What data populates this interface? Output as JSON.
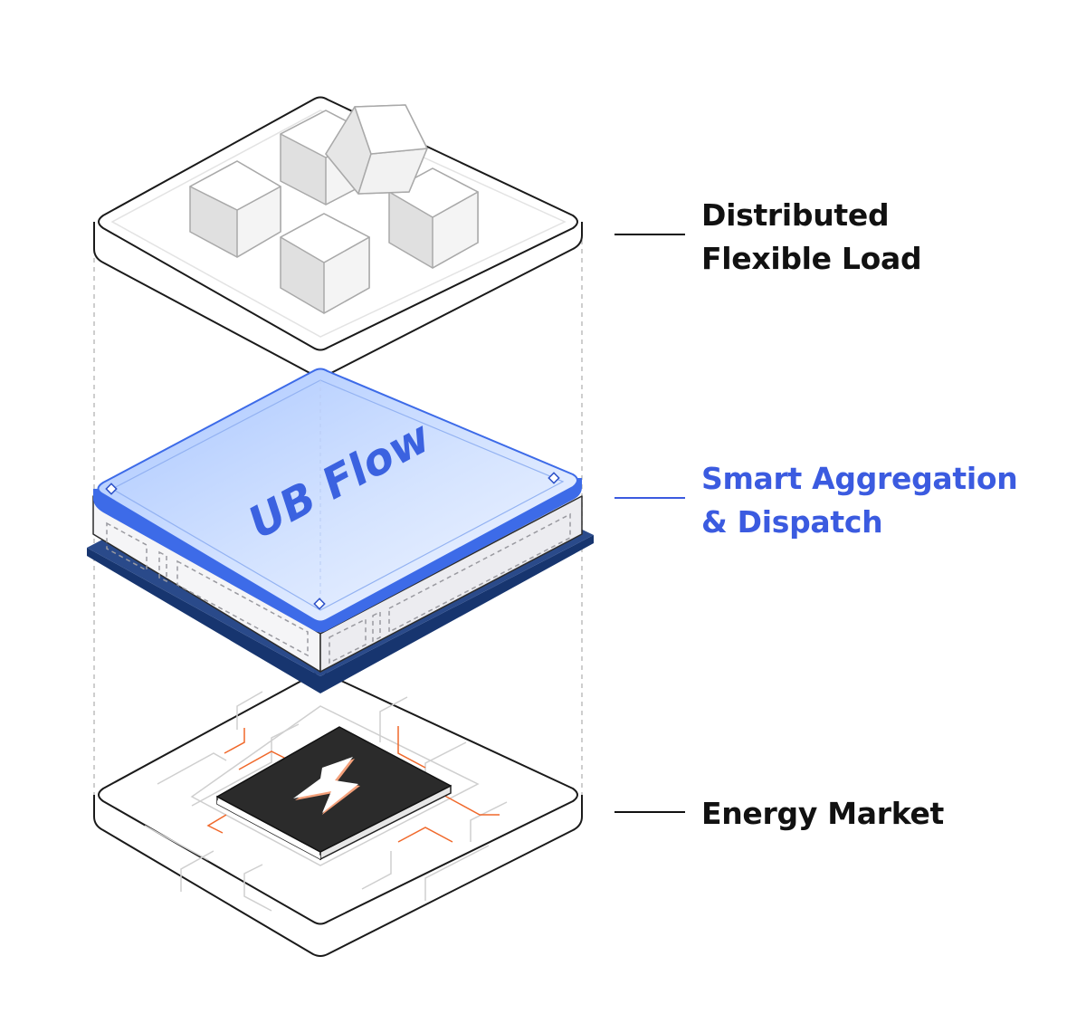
{
  "diagram": {
    "platform_name": "UB Flow",
    "layers": [
      {
        "id": "top",
        "lines": [
          "Distributed",
          "Flexible Load"
        ],
        "color": "#111111",
        "icon": "cubes-icon"
      },
      {
        "id": "middle",
        "lines": [
          "Smart Aggregation",
          "& Dispatch"
        ],
        "color": "#3b5be0",
        "icon": "platform-chip-icon"
      },
      {
        "id": "bottom",
        "lines": [
          "Energy Market"
        ],
        "color": "#111111",
        "icon": "lightning-icon"
      }
    ],
    "colors": {
      "accent_blue": "#3d6be8",
      "navy": "#17356f",
      "chip_dark": "#2b2b2b",
      "circuit_orange": "#f0682a",
      "outline": "#1a1a1a",
      "guide_gray": "#bbbbbb"
    }
  }
}
